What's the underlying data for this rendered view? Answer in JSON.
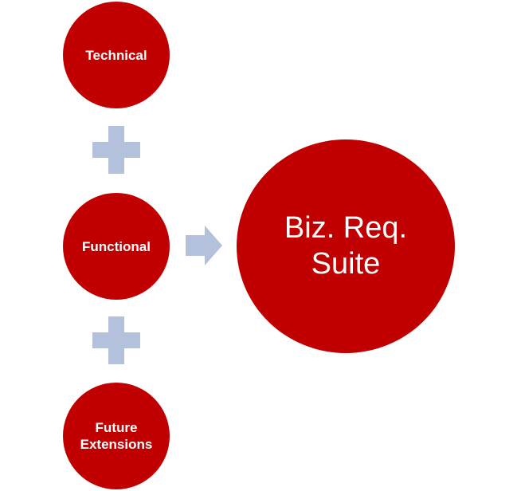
{
  "diagram": {
    "inputs": [
      {
        "label": "Technical"
      },
      {
        "label": "Functional"
      },
      {
        "label": "Future\nExtensions"
      }
    ],
    "result": {
      "label": "Biz. Req.\nSuite"
    },
    "connectors": {
      "between_inputs": "plus-icon",
      "to_result": "arrow-right-icon"
    }
  },
  "colors": {
    "circle_fill": "#c00000",
    "circle_text": "#ffffff",
    "connector_fill": "#b4c1dd"
  }
}
